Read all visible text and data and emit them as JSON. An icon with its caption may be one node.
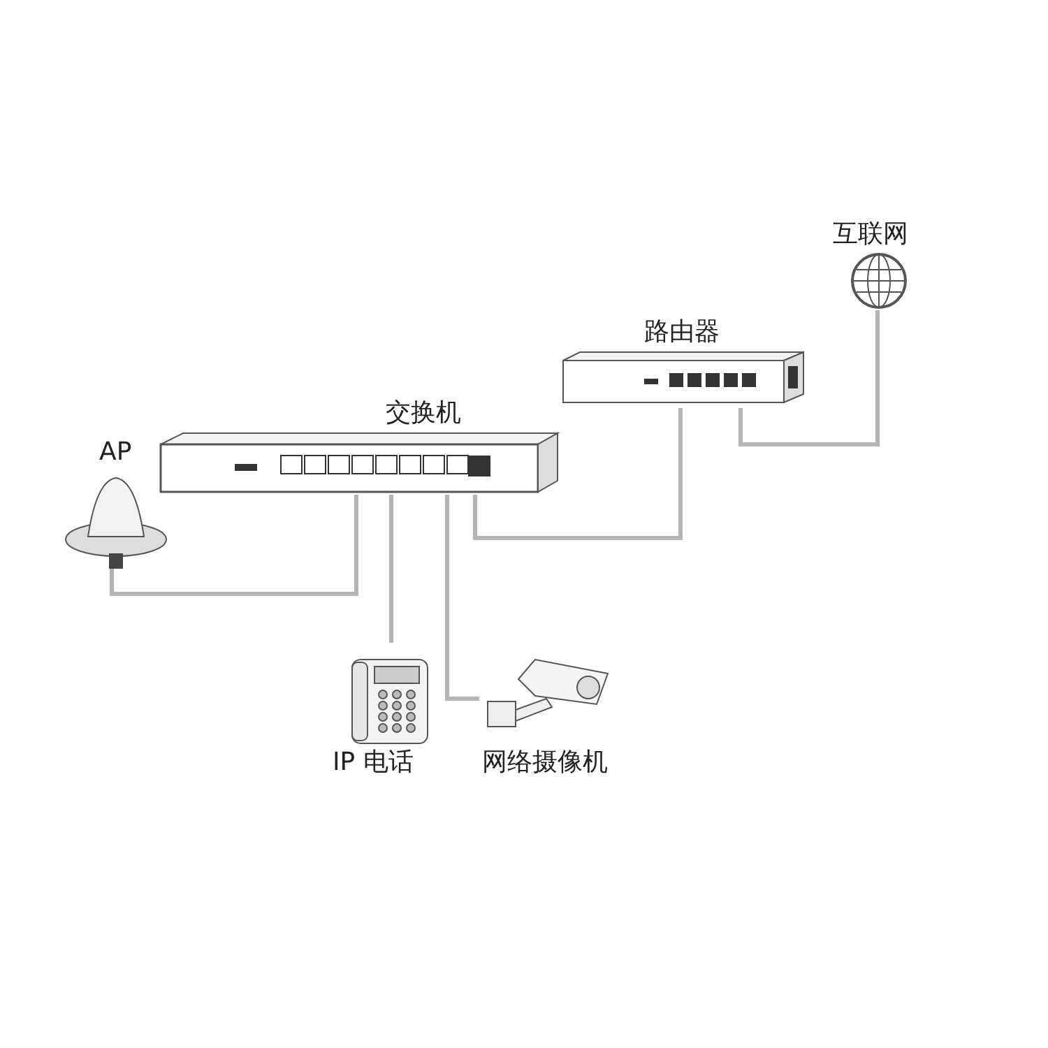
{
  "diagram": {
    "nodes": [
      {
        "text": [
          "AP"
        ]
      },
      {
        "text": [
          "交换机"
        ]
      },
      {
        "text": [
          "路由器"
        ]
      },
      {
        "text": [
          "互联网"
        ]
      },
      {
        "text": [
          "IP 电话"
        ]
      },
      {
        "text": [
          "网络摄像机"
        ]
      }
    ],
    "edges": [
      {
        "from": 0,
        "to": 1,
        "arrow": "none"
      },
      {
        "from": 1,
        "to": 4,
        "arrow": "none"
      },
      {
        "from": 1,
        "to": 5,
        "arrow": "none"
      },
      {
        "from": 1,
        "to": 2,
        "arrow": "none"
      },
      {
        "from": 2,
        "to": 3,
        "arrow": "none"
      }
    ]
  }
}
